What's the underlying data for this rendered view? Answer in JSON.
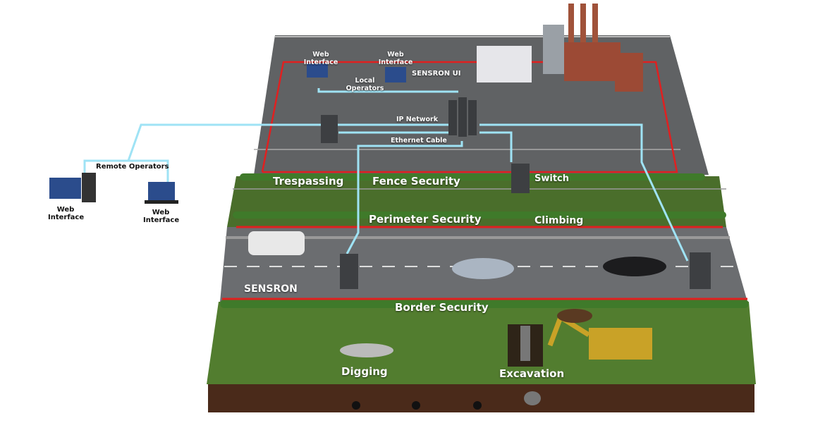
{
  "labels": {
    "web_interface_local_1": "Web Interface",
    "web_interface_local_2": "Web Interface",
    "sensron_ui": "SENSRON UI",
    "local_operators": "Local Operators",
    "ip_network": "IP Network",
    "ethernet_cable": "Ethernet Cable",
    "remote_operators": "Remote Operators",
    "web_interface_remote_1": "Web Interface",
    "web_interface_remote_2": "Web Interface",
    "trespassing": "Trespassing",
    "fence_security": "Fence Security",
    "switch": "Switch",
    "perimeter_security": "Perimeter Security",
    "climbing": "Climbing",
    "sensron": "SENSRON",
    "border_security": "Border Security",
    "digging": "Digging",
    "excavation": "Excavation"
  },
  "colors": {
    "network_line": "#9fe3f5",
    "fiber_line": "#e02020",
    "grass": "#4f7a2e",
    "asphalt": "#6b6d70",
    "soil": "#4a2a1a"
  }
}
